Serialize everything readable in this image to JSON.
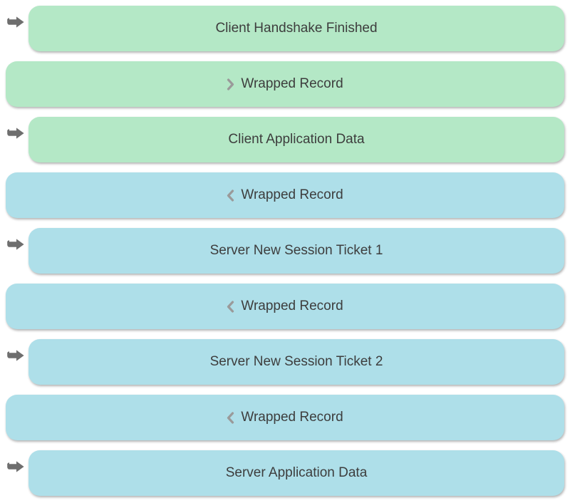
{
  "page": {
    "background": "#ffffff",
    "description": "TLS 1.3 session record flow list"
  },
  "colors": {
    "client": "#b4e8c6",
    "server": "#aedfe9",
    "text": "#3d3d3d",
    "arrow": "#6e6e6e",
    "chevron": "#9a9a9a"
  },
  "icons": {
    "send": "send-arrow-icon (gray right-pointing arrow in left gutter)",
    "chevron_right": "chevron-right-icon (gray ❯ before label)",
    "chevron_left": "chevron-left-icon (gray ❮ before label)"
  },
  "rows": [
    {
      "label": "Client Handshake Finished",
      "side": "client",
      "kind": "message",
      "gutter_icon": "send-arrow-icon"
    },
    {
      "label": "Wrapped Record",
      "side": "client",
      "kind": "record",
      "prefix_icon": "chevron-right-icon"
    },
    {
      "label": "Client Application Data",
      "side": "client",
      "kind": "message",
      "gutter_icon": "send-arrow-icon"
    },
    {
      "label": "Wrapped Record",
      "side": "server",
      "kind": "record",
      "prefix_icon": "chevron-left-icon"
    },
    {
      "label": "Server New Session Ticket 1",
      "side": "server",
      "kind": "message",
      "gutter_icon": "send-arrow-icon"
    },
    {
      "label": "Wrapped Record",
      "side": "server",
      "kind": "record",
      "prefix_icon": "chevron-left-icon"
    },
    {
      "label": "Server New Session Ticket 2",
      "side": "server",
      "kind": "message",
      "gutter_icon": "send-arrow-icon"
    },
    {
      "label": "Wrapped Record",
      "side": "server",
      "kind": "record",
      "prefix_icon": "chevron-left-icon"
    },
    {
      "label": "Server Application Data",
      "side": "server",
      "kind": "message",
      "gutter_icon": "send-arrow-icon"
    }
  ]
}
